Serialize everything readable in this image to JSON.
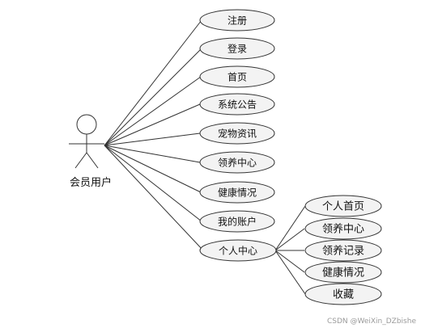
{
  "actor": {
    "label": "会员用户"
  },
  "use_cases": [
    {
      "id": "register",
      "label": "注册"
    },
    {
      "id": "login",
      "label": "登录"
    },
    {
      "id": "home",
      "label": "首页"
    },
    {
      "id": "announcement",
      "label": "系统公告"
    },
    {
      "id": "pet-info",
      "label": "宠物资讯"
    },
    {
      "id": "adoption-center",
      "label": "领养中心"
    },
    {
      "id": "health-status",
      "label": "健康情况"
    },
    {
      "id": "my-account",
      "label": "我的账户"
    },
    {
      "id": "personal-center",
      "label": "个人中心"
    }
  ],
  "sub_use_cases": [
    {
      "id": "personal-home",
      "label": "个人首页"
    },
    {
      "id": "sub-adoption-center",
      "label": "领养中心"
    },
    {
      "id": "adoption-records",
      "label": "领养记录"
    },
    {
      "id": "sub-health-status",
      "label": "健康情况"
    },
    {
      "id": "favorites",
      "label": "收藏"
    }
  ],
  "watermark": "CSDN @WeiXin_DZbishe",
  "colors": {
    "ellipse_fill": "#f3f3f3",
    "stroke": "#333333",
    "text": "#111111",
    "watermark": "#9a9a9a"
  }
}
